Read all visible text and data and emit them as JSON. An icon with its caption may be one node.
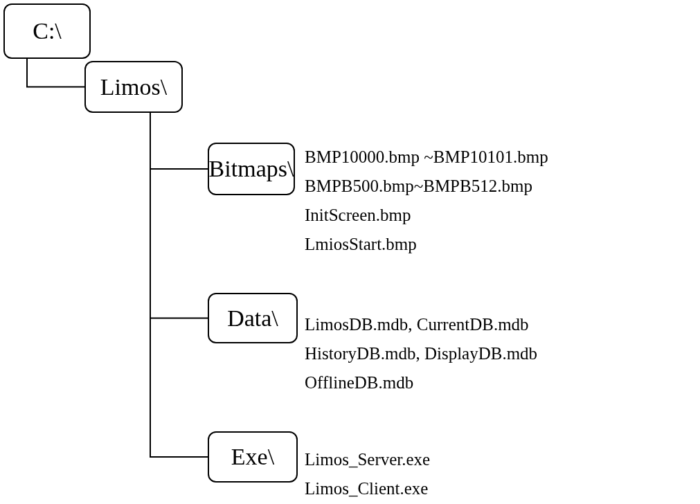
{
  "diagram": {
    "nodes": [
      {
        "text": [
          "C:\\"
        ]
      },
      {
        "text": [
          "Limos\\"
        ]
      },
      {
        "text": [
          "Bitmaps\\"
        ],
        "beside": [
          "BMP10000.bmp ~BMP10101.bmp",
          "BMPB500.bmp~BMPB512.bmp",
          "InitScreen.bmp",
          "LmiosStart.bmp"
        ]
      },
      {
        "text": [
          "Data\\"
        ],
        "beside": [
          "LimosDB.mdb, CurrentDB.mdb",
          "HistoryDB.mdb, DisplayDB.mdb",
          "OfflineDB.mdb"
        ]
      },
      {
        "text": [
          "Exe\\"
        ],
        "beside": [
          "Limos_Server.exe",
          "Limos_Client.exe"
        ]
      }
    ],
    "edges": [
      {
        "from": 0,
        "to": 1,
        "arrow": "none"
      },
      {
        "from": 1,
        "to": 2,
        "arrow": "none"
      },
      {
        "from": 1,
        "to": 3,
        "arrow": "none"
      },
      {
        "from": 1,
        "to": 4,
        "arrow": "none"
      }
    ]
  }
}
